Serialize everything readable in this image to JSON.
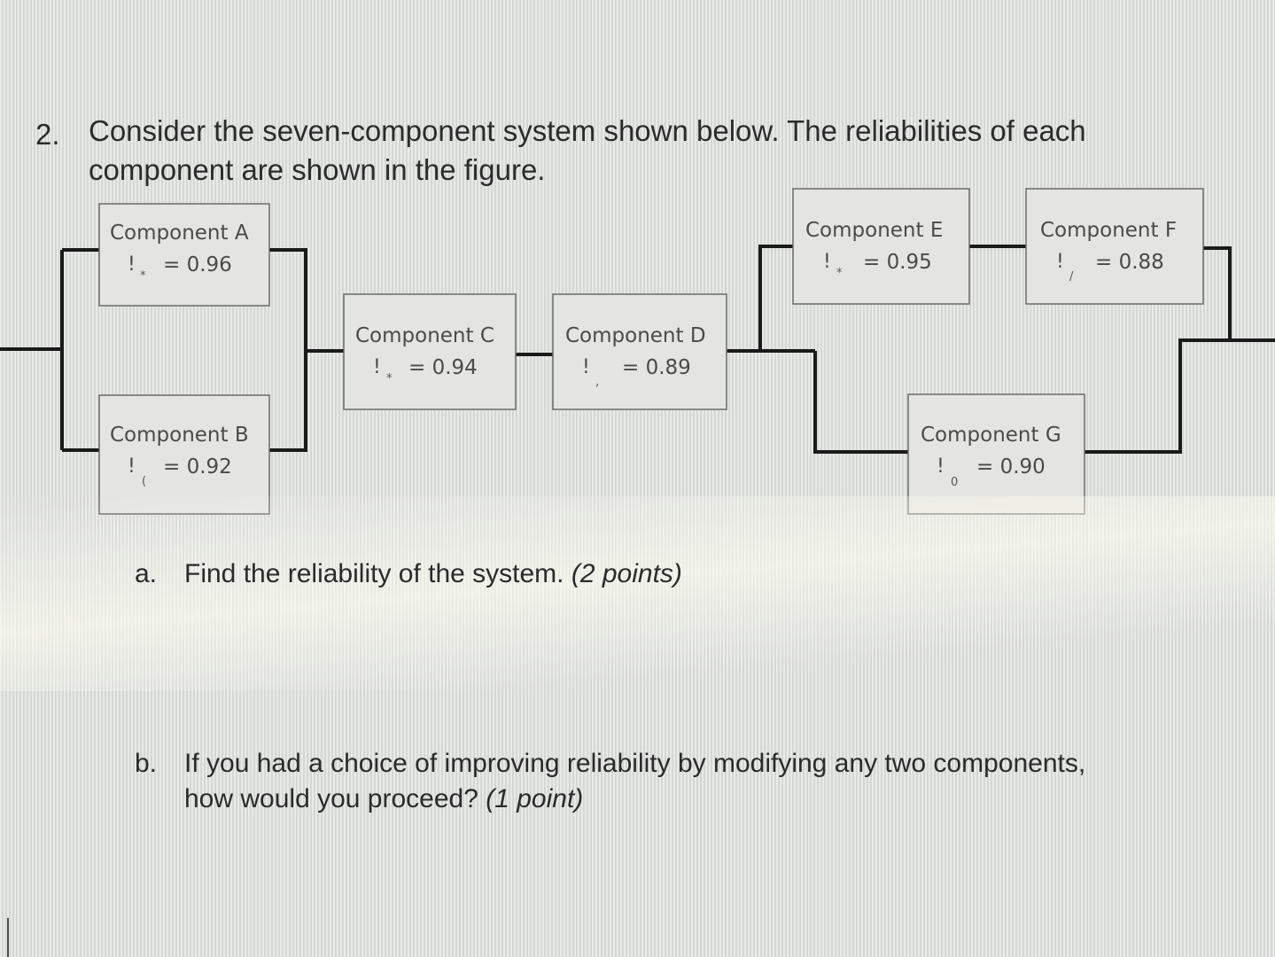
{
  "question": {
    "number": "2.",
    "line1": "Consider the seven-component system shown below. The reliabilities of each",
    "line2": "component are shown in the figure."
  },
  "components": [
    {
      "id": "A",
      "label": "Component A",
      "symbol": "!",
      "subscript": "*",
      "value": "= 0.96"
    },
    {
      "id": "B",
      "label": "Component B",
      "symbol": "!",
      "subscript": "(",
      "value": "= 0.92"
    },
    {
      "id": "C",
      "label": "Component C",
      "symbol": "!",
      "subscript": "*",
      "value": "= 0.94"
    },
    {
      "id": "D",
      "label": "Component D",
      "symbol": "!",
      "subscript": ",",
      "value": "= 0.89"
    },
    {
      "id": "E",
      "label": "Component E",
      "symbol": "!",
      "subscript": "*",
      "value": "= 0.95"
    },
    {
      "id": "F",
      "label": "Component F",
      "symbol": "!",
      "subscript": "/",
      "value": "= 0.88"
    },
    {
      "id": "G",
      "label": "Component G",
      "symbol": "!",
      "subscript": "0",
      "value": "= 0.90"
    }
  ],
  "part_a": {
    "letter": "a.",
    "text": "Find the reliability of the system.",
    "points": "(2 points)"
  },
  "part_b": {
    "letter": "b.",
    "line1": "If you had a choice of improving reliability by modifying any two components,",
    "line2": "how would you proceed?",
    "points": "(1 point)"
  }
}
